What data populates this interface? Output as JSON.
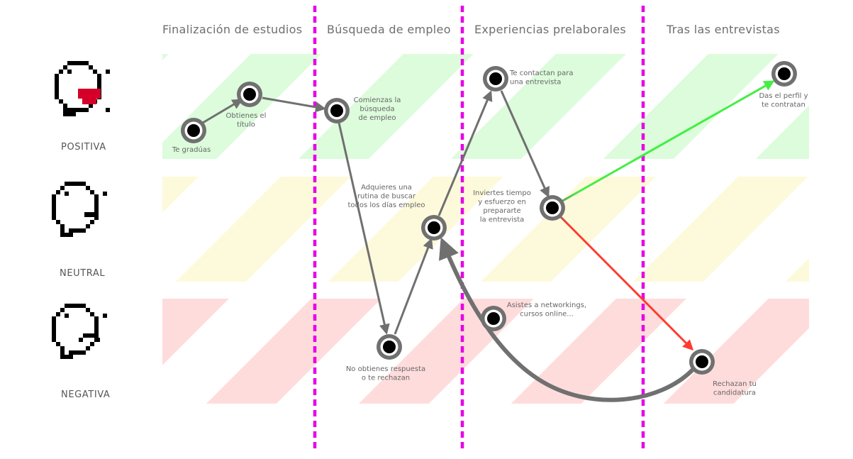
{
  "stages": [
    "Finalización de estudios",
    "Búsqueda de empleo",
    "Experiencias prelaborales",
    "Tras las entrevistas"
  ],
  "emotions": {
    "positive": {
      "label": "POSITIVA",
      "color": "#dcfcdc"
    },
    "neutral": {
      "label": "NEUTRAL",
      "color": "#fdfadb"
    },
    "negative": {
      "label": "NEGATIVA",
      "color": "#ffdcdc"
    }
  },
  "colors": {
    "divider": "#e600e6",
    "path": "#707070",
    "success": "#44ee44",
    "rejection": "#ff3b30",
    "face_mouth_happy": "#d40029"
  },
  "nodes": [
    {
      "id": "graduas",
      "lines": [
        "Te gradúas"
      ]
    },
    {
      "id": "titulo",
      "lines": [
        "Obtienes el",
        "título"
      ]
    },
    {
      "id": "busqueda",
      "lines": [
        "Comienzas la",
        "búsqueda",
        "de empleo"
      ]
    },
    {
      "id": "rutina",
      "lines": [
        "Adquieres una",
        "rutina de buscar",
        "todos los días empleo"
      ]
    },
    {
      "id": "rechazo1",
      "lines": [
        "No obtienes respuesta",
        "o te rechazan"
      ]
    },
    {
      "id": "contactan",
      "lines": [
        "Te contactan para",
        "una entrevista"
      ]
    },
    {
      "id": "prepara",
      "lines": [
        "Inviertes tiempo",
        "y esfuerzo en",
        "prepararte",
        "la entrevista"
      ]
    },
    {
      "id": "networking",
      "lines": [
        "Asistes a networkings,",
        "cursos online..."
      ]
    },
    {
      "id": "contratan",
      "lines": [
        "Das el perfil y",
        "te contratan"
      ]
    },
    {
      "id": "rechazan",
      "lines": [
        "Rechazan tu",
        "candidatura"
      ]
    }
  ]
}
